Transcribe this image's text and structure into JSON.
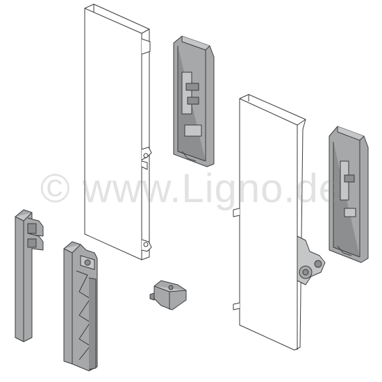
{
  "image": {
    "kind": "technical parts illustration",
    "background": "#ffffff",
    "colors": {
      "outline": "#3a3a3a",
      "panel_fill": "#ffffff",
      "part_dark": "#8c8e90",
      "part_mid": "#a6a8aa",
      "part_light": "#c4c6c8"
    }
  },
  "watermark": {
    "text": "© www.Ligno.de"
  },
  "parts": [
    {
      "id": "front-panel-left",
      "icon": "tall-panel"
    },
    {
      "id": "end-cap-left",
      "icon": "bracket-cap"
    },
    {
      "id": "front-panel-right",
      "icon": "tall-panel"
    },
    {
      "id": "end-cap-right",
      "icon": "bracket-cap"
    },
    {
      "id": "stabilizer-post",
      "icon": "post"
    },
    {
      "id": "zigzag-post",
      "icon": "post-zigzag"
    },
    {
      "id": "clip",
      "icon": "small-clip"
    }
  ]
}
